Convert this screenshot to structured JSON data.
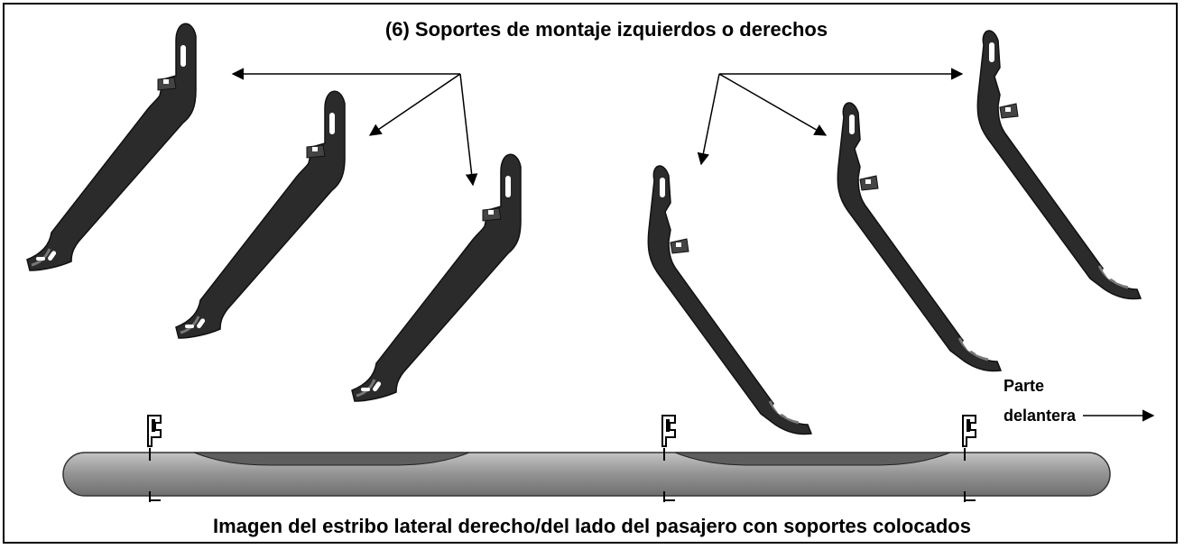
{
  "title": "(6) Soportes de montaje izquierdos o derechos",
  "caption": "Imagen del estribo lateral derecho/del lado del pasajero con soportes colocados",
  "front_label": {
    "line1": "Parte",
    "line2": "delantera"
  },
  "colors": {
    "bracket": "#2b2b2b",
    "bracket_edge": "#111111",
    "bar": "#8f8f8f",
    "bar_highlight": "#b9b9b9",
    "outline": "#000000"
  }
}
